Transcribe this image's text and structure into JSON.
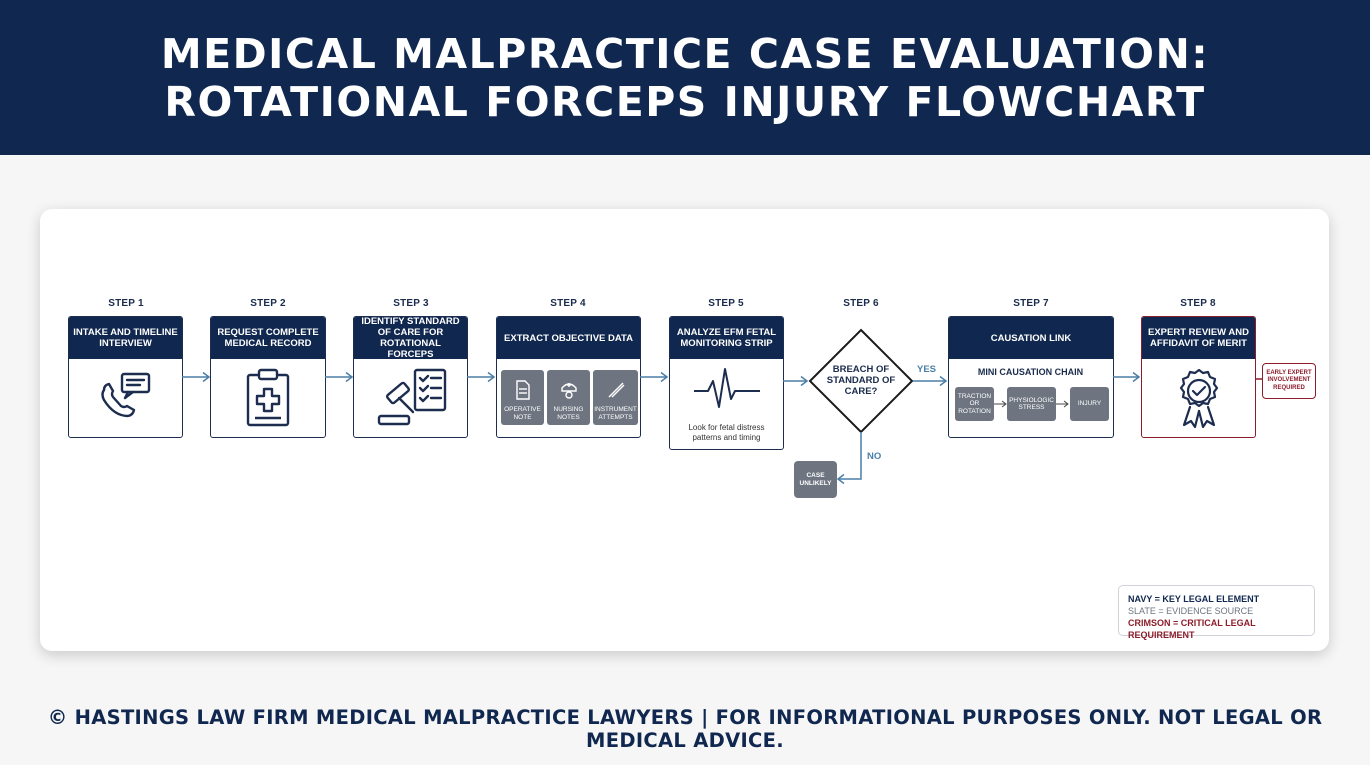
{
  "header": {
    "title_line1": "MEDICAL MALPRACTICE CASE EVALUATION:",
    "title_line2": "ROTATIONAL FORCEPS INJURY FLOWCHART"
  },
  "steps": [
    {
      "label": "STEP 1",
      "title": "INTAKE AND TIMELINE INTERVIEW",
      "icon": "phone-chat-icon"
    },
    {
      "label": "STEP 2",
      "title": "REQUEST COMPLETE MEDICAL RECORD",
      "icon": "clipboard-medical-icon"
    },
    {
      "label": "STEP 3",
      "title": "IDENTIFY STANDARD OF CARE FOR ROTATIONAL FORCEPS",
      "icon": "gavel-checklist-icon"
    },
    {
      "label": "STEP 4",
      "title": "EXTRACT OBJECTIVE DATA",
      "chips": [
        "OPERATIVE NOTE",
        "NURSING NOTES",
        "INSTRUMENT ATTEMPTS"
      ]
    },
    {
      "label": "STEP 5",
      "title": "ANALYZE EFM FETAL MONITORING STRIP",
      "note": "Look for fetal distress patterns and timing",
      "icon": "heartbeat-icon"
    },
    {
      "label": "STEP 6",
      "question": "BREACH OF STANDARD OF CARE?",
      "yes": "YES",
      "no": "NO",
      "no_outcome": "CASE UNLIKELY"
    },
    {
      "label": "STEP 7",
      "title": "CAUSATION LINK",
      "subtitle": "MINI CAUSATION CHAIN",
      "chain": [
        "TRACTION OR ROTATION",
        "PHYSIOLOGIC STRESS",
        "INJURY"
      ]
    },
    {
      "label": "STEP 8",
      "title": "EXPERT REVIEW AND AFFIDAVIT OF MERIT",
      "icon": "award-ribbon-icon",
      "tag": "EARLY EXPERT INVOLVEMENT REQUIRED"
    }
  ],
  "legend": {
    "navy": "NAVY = KEY LEGAL ELEMENT",
    "slate": "SLATE = EVIDENCE SOURCE",
    "crimson": "CRIMSON = CRITICAL LEGAL REQUIREMENT"
  },
  "colors": {
    "navy": "#10274f",
    "slate": "#6e7580",
    "crimson": "#8c1d2b",
    "arrow": "#4b7fa8"
  },
  "footer": "© HASTINGS LAW FIRM MEDICAL MALPRACTICE LAWYERS | FOR INFORMATIONAL PURPOSES ONLY. NOT LEGAL OR MEDICAL ADVICE."
}
